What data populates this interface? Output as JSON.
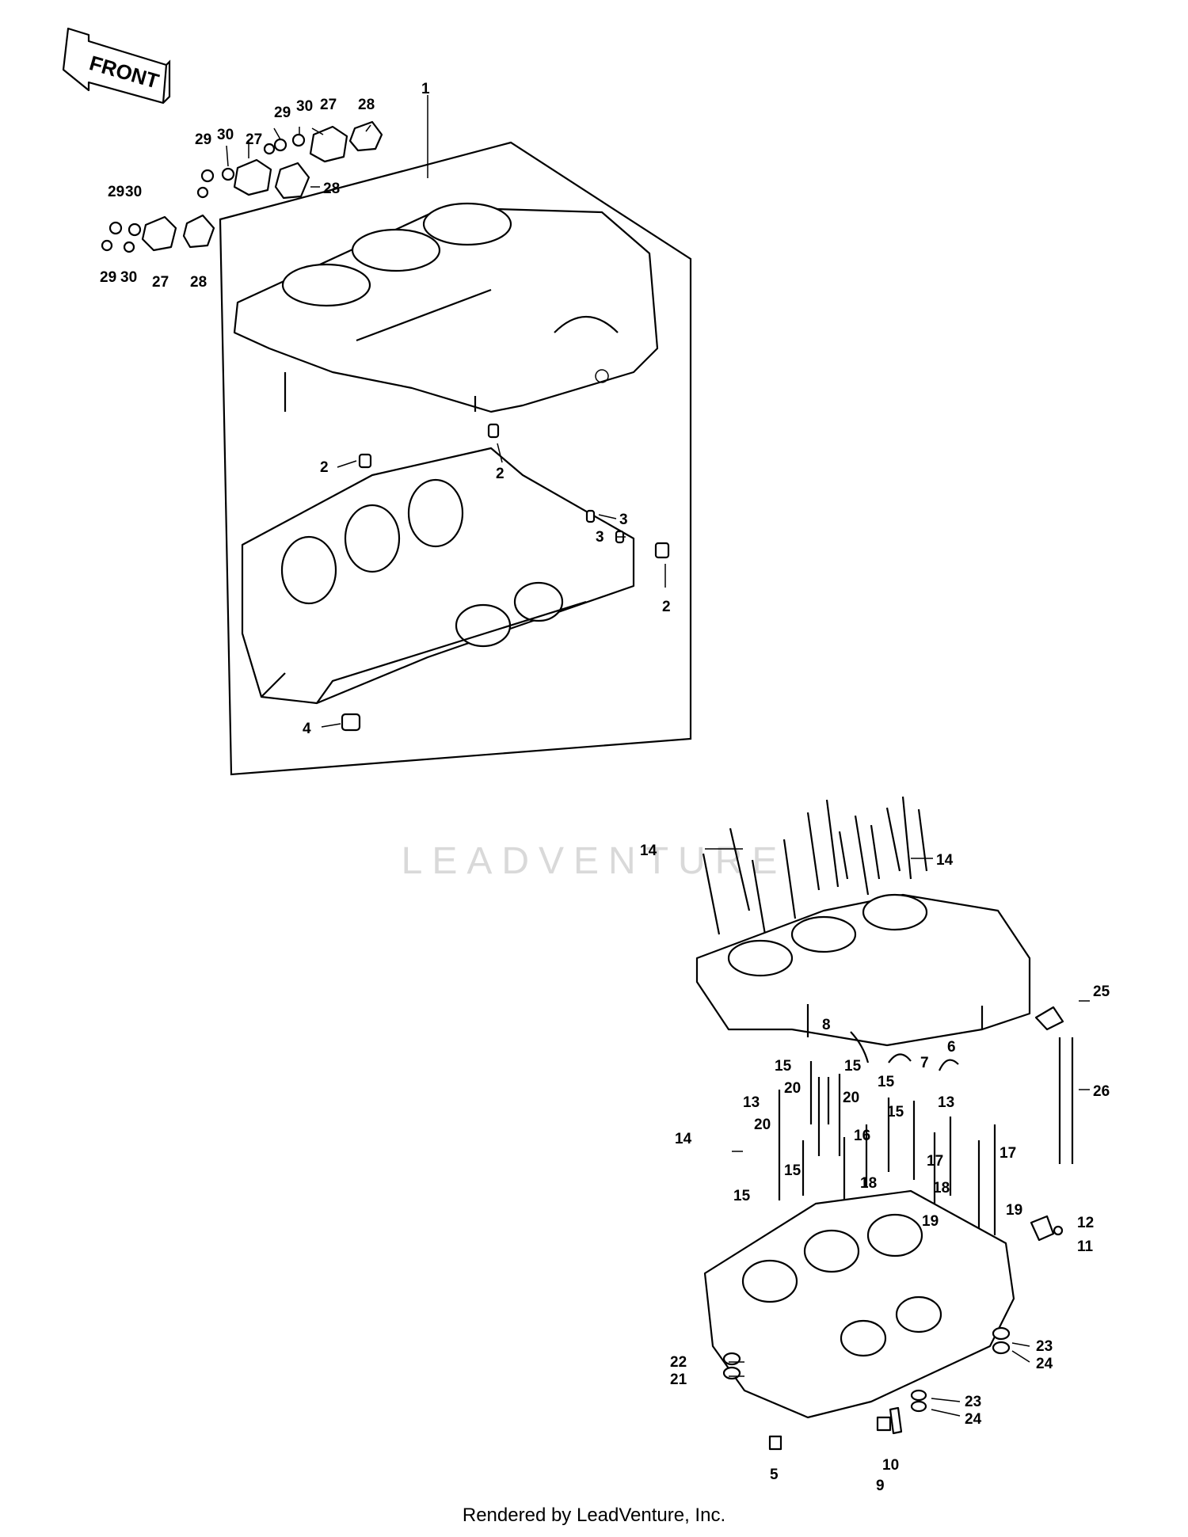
{
  "diagram": {
    "front_label": "FRONT",
    "footer": "Rendered by LeadVenture, Inc.",
    "watermark": "LEADVENTURE",
    "callouts": [
      {
        "id": "c1",
        "text": "1"
      },
      {
        "id": "c2a",
        "text": "2"
      },
      {
        "id": "c2b",
        "text": "2"
      },
      {
        "id": "c2c",
        "text": "2"
      },
      {
        "id": "c3a",
        "text": "3"
      },
      {
        "id": "c3b",
        "text": "3"
      },
      {
        "id": "c4",
        "text": "4"
      },
      {
        "id": "c27a",
        "text": "27"
      },
      {
        "id": "c28a",
        "text": "28"
      },
      {
        "id": "c29a",
        "text": "29"
      },
      {
        "id": "c30a",
        "text": "30"
      },
      {
        "id": "c27b",
        "text": "27"
      },
      {
        "id": "c28b",
        "text": "28"
      },
      {
        "id": "c29b",
        "text": "29"
      },
      {
        "id": "c30b",
        "text": "30"
      },
      {
        "id": "c29c",
        "text": "29"
      },
      {
        "id": "c30c",
        "text": "30"
      },
      {
        "id": "c29d",
        "text": "29"
      },
      {
        "id": "c30d",
        "text": "30"
      },
      {
        "id": "c27c",
        "text": "27"
      },
      {
        "id": "c28c",
        "text": "28"
      },
      {
        "id": "c14a",
        "text": "14"
      },
      {
        "id": "c14b",
        "text": "14"
      },
      {
        "id": "c14c",
        "text": "14"
      },
      {
        "id": "c25",
        "text": "25"
      },
      {
        "id": "c26",
        "text": "26"
      },
      {
        "id": "c8",
        "text": "8"
      },
      {
        "id": "c7",
        "text": "7"
      },
      {
        "id": "c6",
        "text": "6"
      },
      {
        "id": "c15a",
        "text": "15"
      },
      {
        "id": "c15b",
        "text": "15"
      },
      {
        "id": "c15c",
        "text": "15"
      },
      {
        "id": "c15d",
        "text": "15"
      },
      {
        "id": "c15e",
        "text": "15"
      },
      {
        "id": "c15f",
        "text": "15"
      },
      {
        "id": "c13a",
        "text": "13"
      },
      {
        "id": "c13b",
        "text": "13"
      },
      {
        "id": "c20a",
        "text": "20"
      },
      {
        "id": "c20b",
        "text": "20"
      },
      {
        "id": "c20c",
        "text": "20"
      },
      {
        "id": "c16",
        "text": "16"
      },
      {
        "id": "c17a",
        "text": "17"
      },
      {
        "id": "c17b",
        "text": "17"
      },
      {
        "id": "c18a",
        "text": "18"
      },
      {
        "id": "c18b",
        "text": "18"
      },
      {
        "id": "c19a",
        "text": "19"
      },
      {
        "id": "c19b",
        "text": "19"
      },
      {
        "id": "c12",
        "text": "12"
      },
      {
        "id": "c11",
        "text": "11"
      },
      {
        "id": "c22",
        "text": "22"
      },
      {
        "id": "c21",
        "text": "21"
      },
      {
        "id": "c23a",
        "text": "23"
      },
      {
        "id": "c24a",
        "text": "24"
      },
      {
        "id": "c23b",
        "text": "23"
      },
      {
        "id": "c24b",
        "text": "24"
      },
      {
        "id": "c5",
        "text": "5"
      },
      {
        "id": "c10",
        "text": "10"
      },
      {
        "id": "c9",
        "text": "9"
      }
    ]
  }
}
